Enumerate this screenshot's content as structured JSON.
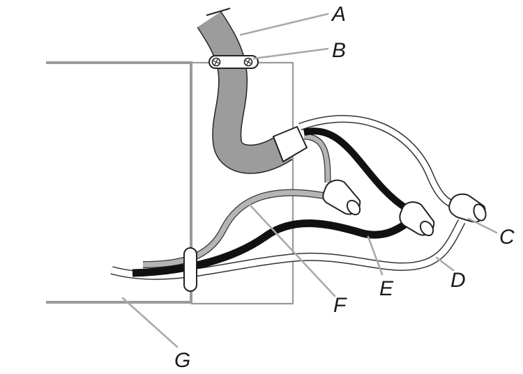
{
  "labels": {
    "a": "A",
    "b": "B",
    "c": "C",
    "d": "D",
    "e": "E",
    "f": "F",
    "g": "G"
  },
  "colors": {
    "conduit": "#9c9c9c",
    "frame": "#9a9a9a",
    "black_wire": "#111111",
    "gray_wire": "#b5b5b5",
    "white_wire_outline": "#333333",
    "leader_line": "#a9a9a9"
  }
}
